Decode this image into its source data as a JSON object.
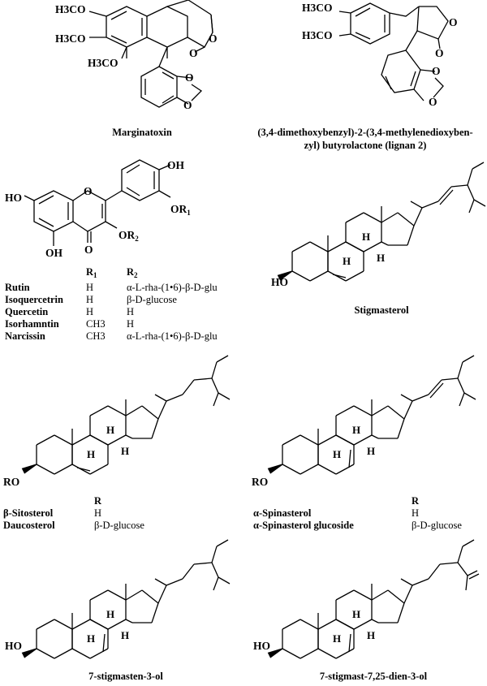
{
  "structures": {
    "marginatoxin": {
      "name": "Marginatoxin",
      "labels": {
        "h3co_1": "H3CO",
        "h3co_2": "H3CO",
        "h3co_3": "H3CO",
        "o_ring": "O",
        "o_carbonyl": "O",
        "o_md1": "O",
        "o_md2": "O"
      }
    },
    "lignan2": {
      "name_line1": "(3,4-dimethoxybenzyl)-2-(3,4-methylenedioxyben-",
      "name_line2": "zyl) butyrolactone (lignan 2)",
      "labels": {
        "h3co_1": "H3CO",
        "h3co_2": "H3CO",
        "o_ring": "O",
        "o_carbonyl": "O",
        "o_md1": "O",
        "o_md2": "O"
      }
    },
    "flavonoid": {
      "labels": {
        "oh_top": "OH",
        "ho_left": "HO",
        "oh_bottom": "OH",
        "o_ring": "O",
        "o_carbonyl": "O",
        "or1": "OR",
        "or1_sub": "1",
        "or2": "OR",
        "or2_sub": "2"
      },
      "table": {
        "header_r1": "R",
        "header_r1_sub": "1",
        "header_r2": "R",
        "header_r2_sub": "2",
        "rows": [
          {
            "name": "Rutin",
            "r1": "H",
            "r2": "α-L-rha-(1•6)-β-D-glu"
          },
          {
            "name": "Isoquercetrin",
            "r1": "H",
            "r2": "β-D-glucose"
          },
          {
            "name": "Quercetin",
            "r1": "H",
            "r2": "H"
          },
          {
            "name": "Isorhamntin",
            "r1": "CH3",
            "r2": "H"
          },
          {
            "name": "Narcissin",
            "r1": "CH3",
            "r2": "α-L-rha-(1•6)-β-D-glu"
          }
        ]
      }
    },
    "stigmasterol": {
      "name": "Stigmasterol",
      "labels": {
        "ho": "HO",
        "h": "H"
      }
    },
    "sitosterol_pair": {
      "labels": {
        "ro": "RO",
        "h": "H"
      },
      "table": {
        "header_r": "R",
        "rows": [
          {
            "name": "β-Sitosterol",
            "r": "H"
          },
          {
            "name": "Daucosterol",
            "r": "β-D-glucose"
          }
        ]
      }
    },
    "spinasterol_pair": {
      "labels": {
        "ro": "RO",
        "h": "H"
      },
      "table": {
        "header_r": "R",
        "rows": [
          {
            "name": "α-Spinasterol",
            "r": "H"
          },
          {
            "name": "α-Spinasterol glucoside",
            "r": "β-D-glucose"
          }
        ]
      }
    },
    "stigmasten": {
      "name": "7-stigmasten-3-ol",
      "labels": {
        "ho": "HO",
        "h": "H"
      }
    },
    "stigmastadien": {
      "name": "7-stigmast-7,25-dien-3-ol",
      "labels": {
        "ho": "HO",
        "h": "H"
      }
    }
  }
}
